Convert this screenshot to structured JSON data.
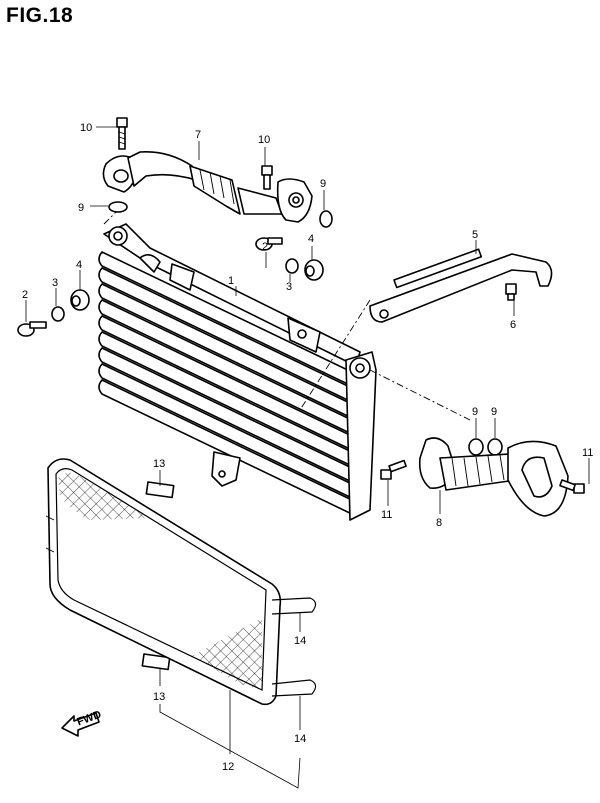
{
  "figure": {
    "title": "FIG.18"
  },
  "callouts": {
    "c1": "1",
    "c2a": "2",
    "c2b": "2",
    "c3a": "3",
    "c3b": "3",
    "c4a": "4",
    "c4b": "4",
    "c5": "5",
    "c6": "6",
    "c7": "7",
    "c8": "8",
    "c9a": "9",
    "c9b": "9",
    "c9c": "9",
    "c9d": "9",
    "c10a": "10",
    "c10b": "10",
    "c11a": "11",
    "c11b": "11",
    "c12": "12",
    "c13a": "13",
    "c13b": "13",
    "c14a": "14",
    "c14b": "14"
  },
  "fwd_marker": {
    "label": "FWD"
  },
  "icons": {
    "fwd": "forward-arrow-icon"
  }
}
